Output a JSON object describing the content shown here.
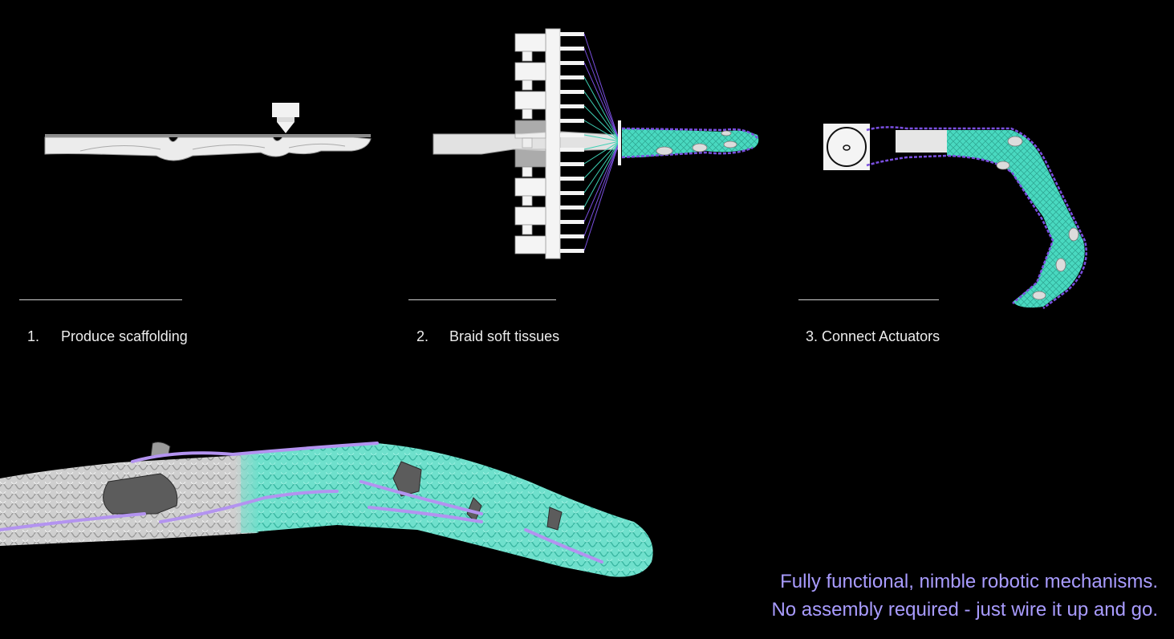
{
  "steps": [
    {
      "number": "1.",
      "label": "Produce scaffolding"
    },
    {
      "number": "2.",
      "label": "Braid soft tissues"
    },
    {
      "number": "3.",
      "label": "Connect Actuators"
    }
  ],
  "tagline": {
    "line1": "Fully functional, nimble robotic mechanisms.",
    "line2": "No assembly required - just wire it up and go."
  },
  "colors": {
    "background": "#000000",
    "bone": "#e6e6e6",
    "braid_teal": "#49d9c0",
    "tendon_purple": "#8a5cf0",
    "tagline_purple": "#a99cff",
    "braid_gray": "#d4d4d4"
  },
  "icons": [
    "print-nozzle-icon",
    "braiding-machine-icon",
    "motor-pulley-icon"
  ]
}
